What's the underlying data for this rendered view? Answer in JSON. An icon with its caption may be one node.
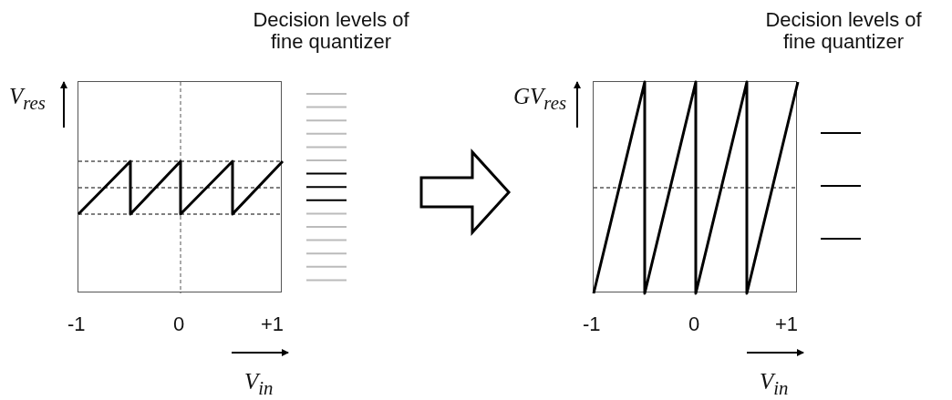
{
  "diagram": {
    "labels": [
      "Decision levels of fine quantizer",
      "V$_{res}$",
      "-1",
      "0",
      "+1",
      "V$_{in}$",
      "Decision levels of fine quantizer",
      "GV$_{res}$",
      "-1",
      "0",
      "+1",
      "V$_{in}$"
    ]
  }
}
